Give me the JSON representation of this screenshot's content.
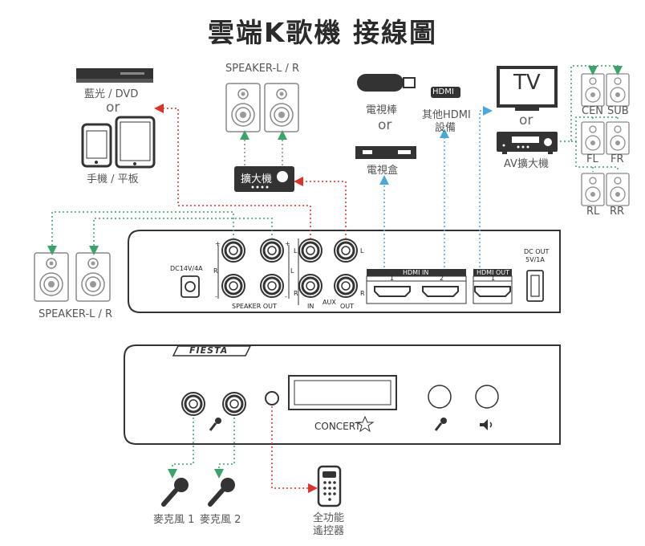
{
  "title": "雲端K歌機 接線圖",
  "sources": {
    "bluray": "藍光 / DVD",
    "or1": "or",
    "phone_tablet": "手機 / 平板",
    "speaker_top": "SPEAKER-L / R",
    "amplifier": "擴大機",
    "tv_stick": "電視棒",
    "or2": "or",
    "settop": "電視盒",
    "hdmi_badge": "HDMI",
    "other_hdmi_line1": "其他HDMI",
    "other_hdmi_line2": "設備",
    "tv": "TV",
    "or3": "or",
    "av_amp": "AV擴大機"
  },
  "surround": {
    "cen": "CEN",
    "sub": "SUB",
    "fl": "FL",
    "fr": "FR",
    "rl": "RL",
    "rr": "RR"
  },
  "rear_panel": {
    "dc_in": "DC14V/4A",
    "plus1": "+",
    "minus1": "-",
    "plus2": "+",
    "minus2": "-",
    "r_left": "R",
    "l_right": "L",
    "speaker_out": "SPEAKER  OUT",
    "l1": "L",
    "l2": "L",
    "r1": "R",
    "r2": "R",
    "in": "IN",
    "aux": "AUX",
    "out": "OUT",
    "hdmi_in": "HDMI IN",
    "hdmi_in_1": "1",
    "hdmi_in_2": "2",
    "hdmi_out": "HDMI OUT",
    "hdmi_out_1": "1",
    "dc_out_1": "DC OUT",
    "dc_out_2": "5V/1A"
  },
  "speaker_left": "SPEAKER-L / R",
  "front_panel": {
    "brand": "FIESTA",
    "concert": "CONCERT"
  },
  "accessories": {
    "mic1": "麥克風 1",
    "mic2": "麥克風 2",
    "remote_line1": "全功能",
    "remote_line2": "遙控器"
  },
  "colors": {
    "red_line": "#d9342b",
    "green_line": "#3aa36a",
    "blue_line": "#4aa8d8",
    "device": "#333333"
  }
}
